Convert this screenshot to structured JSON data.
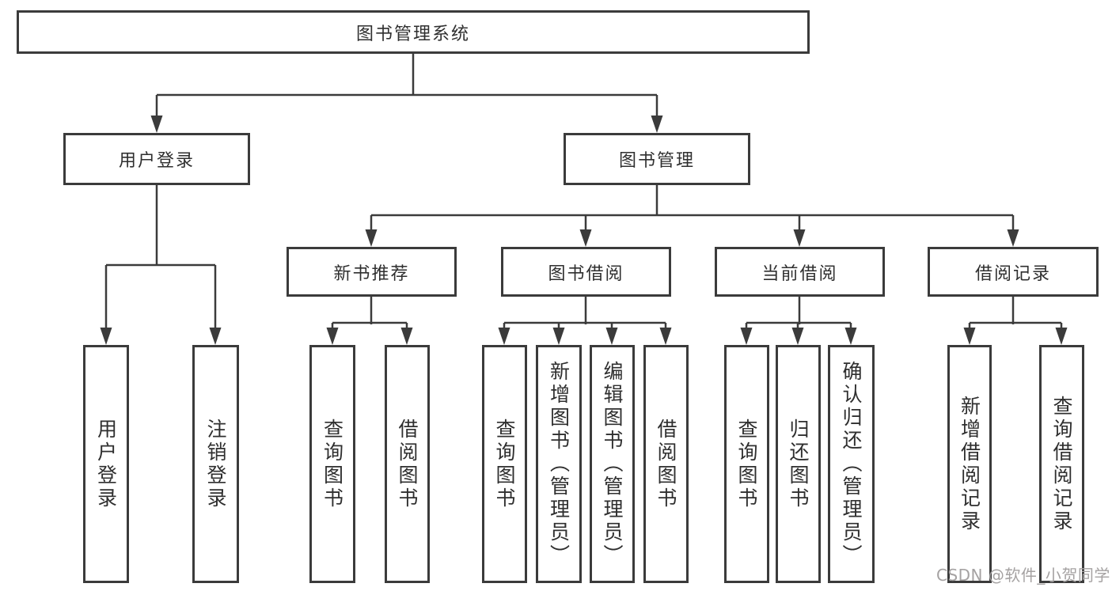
{
  "watermark": "CSDN @软件_小贺同学",
  "colors": {
    "line": "#3b3b3b",
    "text": "#2f2f2f",
    "watermark": "#a5a2a2",
    "background": "#ffffff"
  },
  "tree": {
    "label": "图书管理系统",
    "children": [
      {
        "label": "用户登录",
        "children": [
          {
            "label": "用户登录"
          },
          {
            "label": "注销登录"
          }
        ]
      },
      {
        "label": "图书管理",
        "children": [
          {
            "label": "新书推荐",
            "children": [
              {
                "label": "查询图书"
              },
              {
                "label": "借阅图书"
              }
            ]
          },
          {
            "label": "图书借阅",
            "children": [
              {
                "label": "查询图书"
              },
              {
                "label": "新增图书（管理员）"
              },
              {
                "label": "编辑图书（管理员）"
              },
              {
                "label": "借阅图书"
              }
            ]
          },
          {
            "label": "当前借阅",
            "children": [
              {
                "label": "查询图书"
              },
              {
                "label": "归还图书"
              },
              {
                "label": "确认归还（管理员）"
              }
            ]
          },
          {
            "label": "借阅记录",
            "children": [
              {
                "label": "新增借阅记录"
              },
              {
                "label": "查询借阅记录"
              }
            ]
          }
        ]
      }
    ]
  }
}
